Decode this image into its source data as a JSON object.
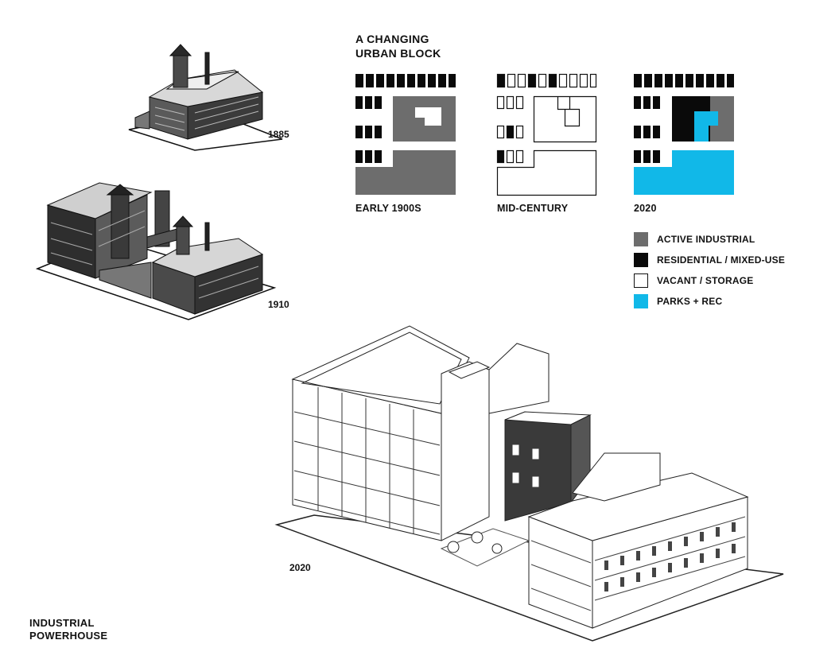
{
  "title": {
    "line1": "A CHANGING",
    "line2": "URBAN BLOCK"
  },
  "panels": [
    {
      "label": "EARLY 1900S",
      "industrial": "#6d6d6d",
      "residential": "#0a0a0a"
    },
    {
      "label": "MID-CENTURY"
    },
    {
      "label": "2020",
      "parks": "#11b8e8"
    }
  ],
  "legend": [
    {
      "label": "ACTIVE INDUSTRIAL",
      "color": "#6d6d6d"
    },
    {
      "label": "RESIDENTIAL / MIXED-USE",
      "color": "#0a0a0a"
    },
    {
      "label": "VACANT / STORAGE",
      "color": "#ffffff"
    },
    {
      "label": "PARKS + REC",
      "color": "#11b8e8"
    }
  ],
  "drawings": {
    "y1885": "1885",
    "y1910": "1910",
    "y2020": "2020"
  },
  "caption": {
    "line1": "INDUSTRIAL",
    "line2": "POWERHOUSE"
  }
}
